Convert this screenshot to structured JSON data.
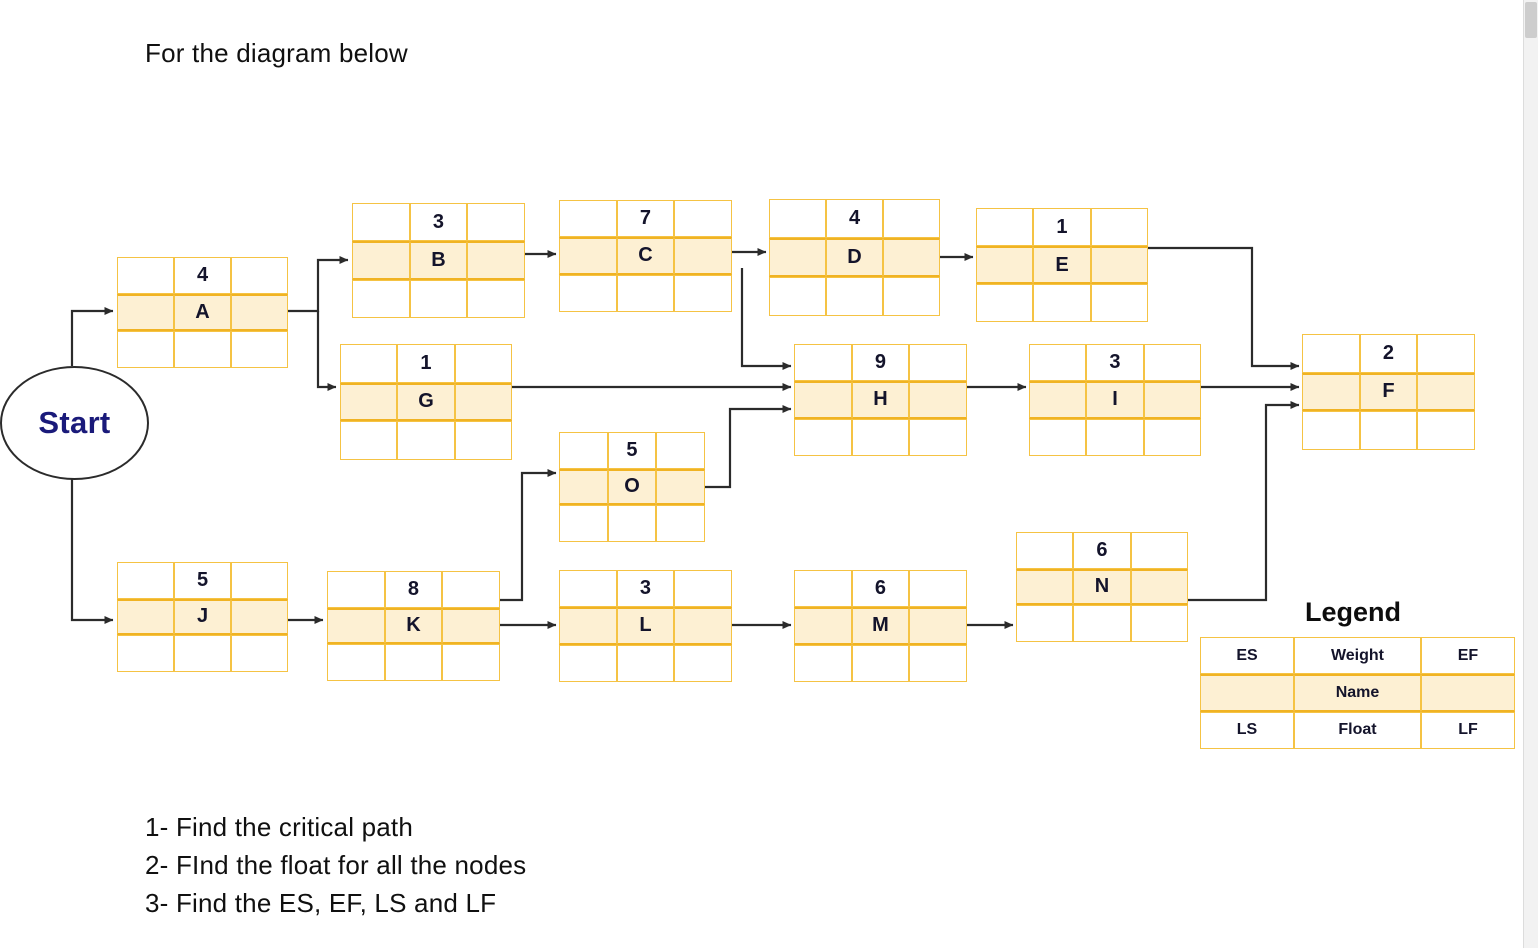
{
  "header": {
    "prompt": "For the diagram below"
  },
  "questions": [
    "1- Find the critical path",
    "2- FInd the float for all the nodes",
    "3- Find the ES, EF, LS and LF"
  ],
  "start": {
    "label": "Start"
  },
  "legend": {
    "title": "Legend",
    "cells": {
      "es": "ES",
      "weight": "Weight",
      "ef": "EF",
      "blank_left": "",
      "name": "Name",
      "blank_right": "",
      "ls": "LS",
      "float": "Float",
      "lf": "LF"
    }
  },
  "colors": {
    "node_border": "#F5C344",
    "node_mid_fill": "#FDF0D3",
    "node_mid_border": "#F0B323",
    "connector": "#2b2b2b",
    "start_text": "#1a1a7a",
    "text": "#14142b"
  },
  "diagram": {
    "type": "activity-on-node-network",
    "nodes": [
      {
        "id": "A",
        "name": "A",
        "weight": "4"
      },
      {
        "id": "B",
        "name": "B",
        "weight": "3"
      },
      {
        "id": "C",
        "name": "C",
        "weight": "7"
      },
      {
        "id": "D",
        "name": "D",
        "weight": "4"
      },
      {
        "id": "E",
        "name": "E",
        "weight": "1"
      },
      {
        "id": "F",
        "name": "F",
        "weight": "2"
      },
      {
        "id": "G",
        "name": "G",
        "weight": "1"
      },
      {
        "id": "H",
        "name": "H",
        "weight": "9"
      },
      {
        "id": "I",
        "name": "I",
        "weight": "3"
      },
      {
        "id": "J",
        "name": "J",
        "weight": "5"
      },
      {
        "id": "K",
        "name": "K",
        "weight": "8"
      },
      {
        "id": "L",
        "name": "L",
        "weight": "3"
      },
      {
        "id": "M",
        "name": "M",
        "weight": "6"
      },
      {
        "id": "N",
        "name": "N",
        "weight": "6"
      },
      {
        "id": "O",
        "name": "O",
        "weight": "5"
      }
    ],
    "edges": [
      {
        "from": "Start",
        "to": "A"
      },
      {
        "from": "Start",
        "to": "J"
      },
      {
        "from": "A",
        "to": "B"
      },
      {
        "from": "A",
        "to": "G"
      },
      {
        "from": "B",
        "to": "C"
      },
      {
        "from": "C",
        "to": "D"
      },
      {
        "from": "C",
        "to": "H"
      },
      {
        "from": "D",
        "to": "E"
      },
      {
        "from": "E",
        "to": "F"
      },
      {
        "from": "G",
        "to": "H"
      },
      {
        "from": "H",
        "to": "I"
      },
      {
        "from": "I",
        "to": "F"
      },
      {
        "from": "J",
        "to": "K"
      },
      {
        "from": "K",
        "to": "L"
      },
      {
        "from": "K",
        "to": "O"
      },
      {
        "from": "O",
        "to": "H"
      },
      {
        "from": "L",
        "to": "M"
      },
      {
        "from": "M",
        "to": "N"
      },
      {
        "from": "N",
        "to": "F"
      }
    ]
  }
}
